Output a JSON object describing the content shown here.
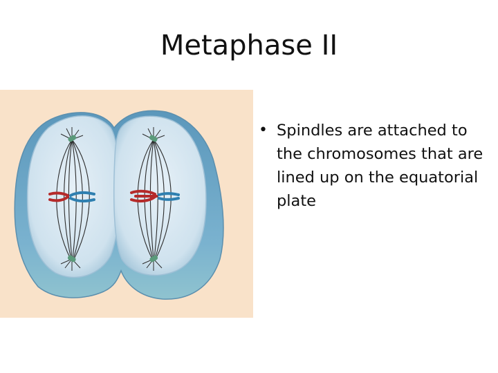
{
  "slide": {
    "title": "Metaphase II",
    "bullets": [
      {
        "marker": "•",
        "text": "Spindles are attached to the chromosomes that are lined up on the equatorial plate"
      }
    ]
  },
  "figure": {
    "subject": "cell-division-metaphase-ii",
    "colors": {
      "background": "#f9e2c9",
      "cell_outer": "#6aa3c2",
      "cell_inner": "#d9e8f2",
      "spindle": "#2b2b2b",
      "centrosome": "#5a9a7a",
      "chromosome_red": "#b52a2a",
      "chromosome_blue": "#2e7fb0"
    }
  }
}
